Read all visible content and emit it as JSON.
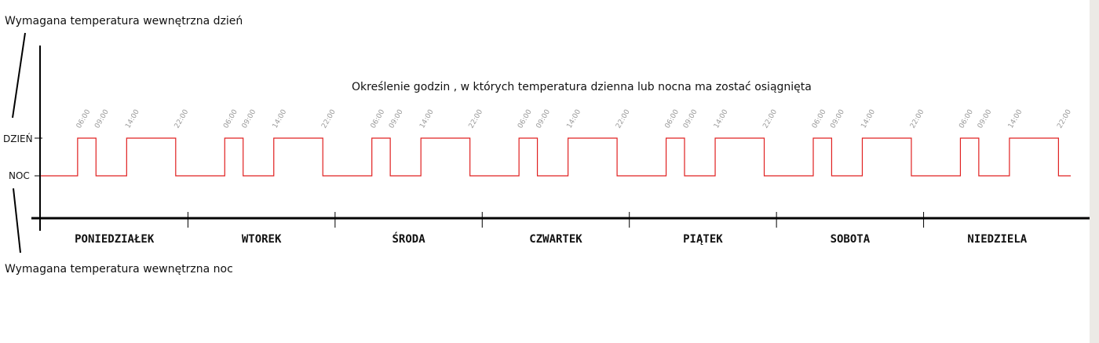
{
  "labels": {
    "day_target": "Wymagana temperatura wewnętrzna dzień",
    "night_target": "Wymagana temperatura wewnętrzna noc",
    "heading": "Określenie godzin , w których temperatura dzienna lub nocna ma zostać osiągnięta",
    "level_day": "DZIEŃ",
    "level_night": "NOC"
  },
  "days": [
    "PONIEDZIAŁEK",
    "WTOREK",
    "ŚRODA",
    "CZWARTEK",
    "PIĄTEK",
    "SOBOTA",
    "NIEDZIELA"
  ],
  "switch_times": [
    "06:00",
    "09:00",
    "14:00",
    "22:00"
  ],
  "schedule": [
    {
      "start": "06:00",
      "end": "09:00",
      "level": "day"
    },
    {
      "start": "14:00",
      "end": "22:00",
      "level": "day"
    }
  ],
  "colors": {
    "signal": "#e02020",
    "axis": "#000000",
    "time_label": "#9a9a9a"
  }
}
